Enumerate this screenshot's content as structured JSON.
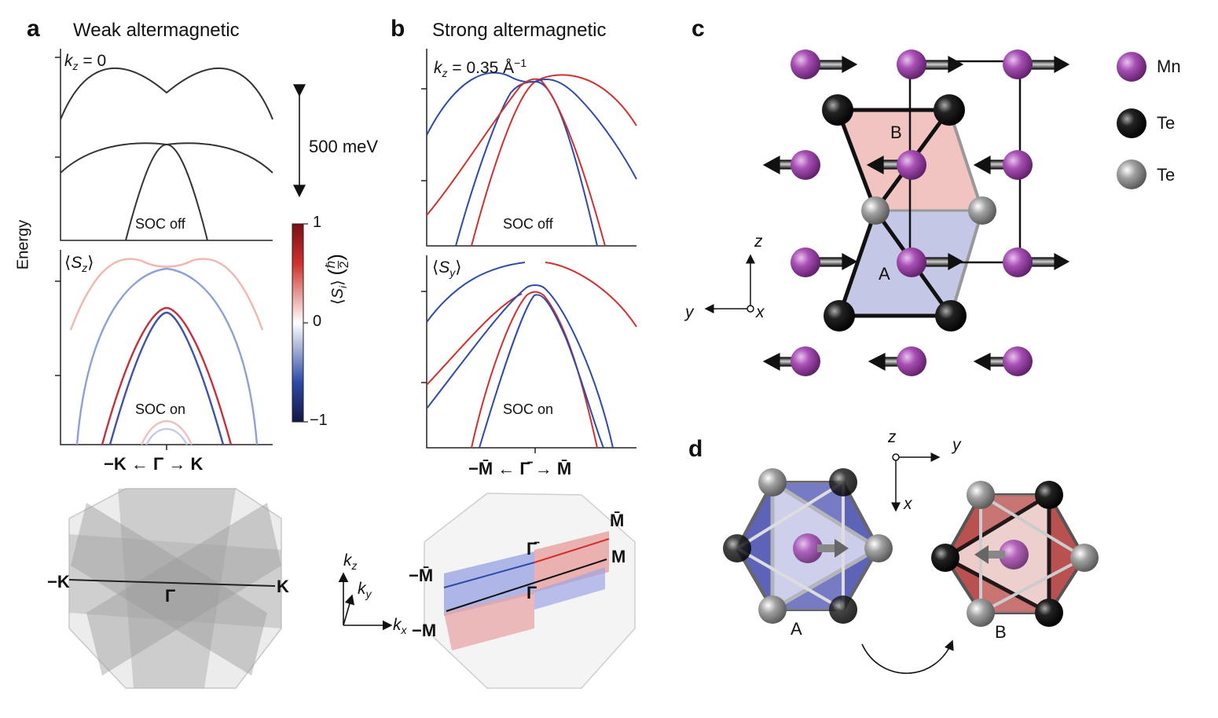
{
  "panels": {
    "a": {
      "letter": "a",
      "title": "Weak altermagnetic",
      "kz_text": "= 0",
      "soc_off": "SOC off",
      "soc_on": "SOC on",
      "spin_component": "S",
      "spin_sub": "z",
      "scale_bar": "500 meV",
      "path_left": "−K",
      "path_mid": "Γ",
      "path_right": "K",
      "bz_left": "−K",
      "bz_mid": "Γ",
      "bz_right": "K"
    },
    "b": {
      "letter": "b",
      "title": "Strong altermagnetic",
      "kz_text": "= 0.35 Å",
      "kz_exp": "−1",
      "soc_off": "SOC off",
      "soc_on": "SOC on",
      "spin_component": "S",
      "spin_sub": "y",
      "path_left": "−M̄",
      "path_mid": "Γ̄",
      "path_right": "M̄",
      "bz_Mbar": "M̄",
      "bz_M": "M",
      "bz_mMbar": "−M̄",
      "bz_mM": "−M",
      "bz_Gbar": "Γ̄",
      "bz_G": "Γ",
      "axes": {
        "kz": "k",
        "kz_sub": "z",
        "ky": "k",
        "ky_sub": "y",
        "kx": "k",
        "kx_sub": "x"
      }
    },
    "c": {
      "letter": "c",
      "site_A": "A",
      "site_B": "B",
      "axis_z": "z",
      "axis_y": "y",
      "axis_x": "x"
    },
    "d": {
      "letter": "d",
      "site_A": "A",
      "site_B": "B",
      "axis_z": "z",
      "axis_y": "y",
      "axis_x": "x"
    }
  },
  "y_axis_label": "Energy",
  "colorbar": {
    "max": "1",
    "mid": "0",
    "min": "−1",
    "label_S": "S",
    "label_sub": "i",
    "label_frac_num": "ℏ",
    "label_frac_den": "2",
    "colors": {
      "top": "#8b1a1a",
      "mid": "#ffffff",
      "bottom": "#1a1f5e"
    }
  },
  "legend": [
    {
      "label": "Mn",
      "color": "#9b3fa8"
    },
    {
      "label": "Te",
      "color": "#111111"
    },
    {
      "label": "Te",
      "color": "#9a9a9a"
    }
  ],
  "colors": {
    "red": "#d0312d",
    "blue": "#2d4aa8",
    "mn": "#9b3fa8"
  }
}
